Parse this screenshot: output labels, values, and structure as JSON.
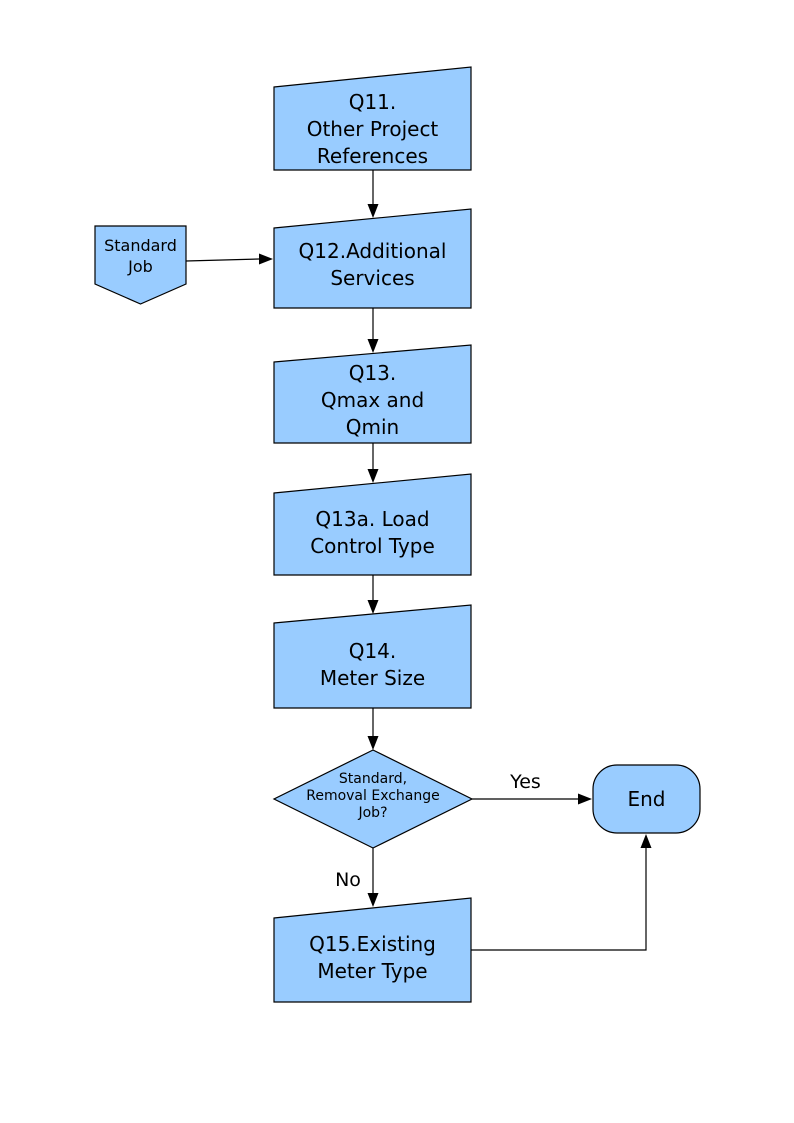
{
  "page": {
    "background": "#ffffff"
  },
  "colors": {
    "node_fill": "#99ccff",
    "node_stroke": "#000000",
    "connector": "#000000",
    "text": "#000000"
  },
  "nodes": {
    "q11": {
      "label": "Q11.\nOther Project\nReferences",
      "shape": "card"
    },
    "standard_job": {
      "label": "Standard\nJob",
      "shape": "off-page-connector"
    },
    "q12": {
      "label": "Q12.Additional\nServices",
      "shape": "card"
    },
    "q13": {
      "label": "Q13.\nQmax and\nQmin",
      "shape": "card"
    },
    "q13a": {
      "label": "Q13a. Load\nControl Type",
      "shape": "card"
    },
    "q14": {
      "label": "Q14.\nMeter Size",
      "shape": "card"
    },
    "decision": {
      "label": "Standard,\nRemoval Exchange\nJob?",
      "shape": "diamond"
    },
    "end": {
      "label": "End",
      "shape": "terminator"
    },
    "q15": {
      "label": "Q15.Existing\nMeter Type",
      "shape": "card"
    }
  },
  "edges": [
    {
      "from": "q11",
      "to": "q12"
    },
    {
      "from": "standard_job",
      "to": "q12"
    },
    {
      "from": "q12",
      "to": "q13"
    },
    {
      "from": "q13",
      "to": "q13a"
    },
    {
      "from": "q13a",
      "to": "q14"
    },
    {
      "from": "q14",
      "to": "decision"
    },
    {
      "from": "decision",
      "to": "end",
      "label": "Yes"
    },
    {
      "from": "decision",
      "to": "q15",
      "label": "No"
    },
    {
      "from": "q15",
      "to": "end"
    }
  ]
}
